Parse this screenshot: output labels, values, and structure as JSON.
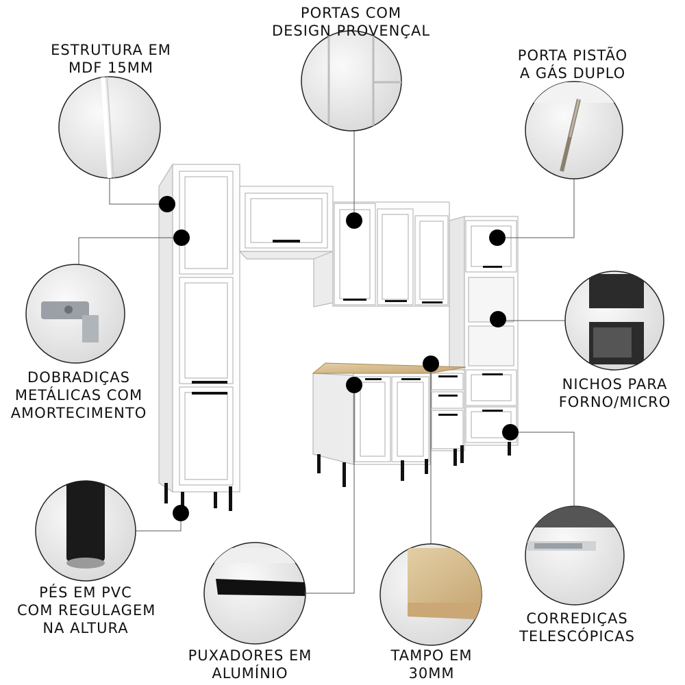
{
  "features": {
    "estrutura": {
      "line1": "ESTRUTURA EM",
      "line2": "MDF 15MM"
    },
    "portas": {
      "line1": "PORTAS COM",
      "line2": "DESIGN PROVENÇAL"
    },
    "pistao": {
      "line1": "PORTA PISTÃO",
      "line2": "A GÁS DUPLO"
    },
    "dobradicas": {
      "line1": "DOBRADIÇAS",
      "line2": "METÁLICAS COM",
      "line3": "AMORTECIMENTO"
    },
    "nichos": {
      "line1": "NICHOS PARA",
      "line2": "FORNO/MICRO"
    },
    "pes": {
      "line1": "PÉS EM PVC",
      "line2": "COM REGULAGEM",
      "line3": "NA ALTURA"
    },
    "puxadores": {
      "line1": "PUXADORES EM",
      "line2": "ALUMÍNIO"
    },
    "tampo": {
      "line1": "TAMPO EM",
      "line2": "30MM"
    },
    "corredicas": {
      "line1": "CORREDIÇAS",
      "line2": "TELESCÓPICAS"
    }
  },
  "colors": {
    "cabinet": "#ffffff",
    "outline": "#b8b8b8",
    "handle": "#111111",
    "countertop": "#c9a26a",
    "leg": "#111111",
    "dot": "#000000"
  }
}
